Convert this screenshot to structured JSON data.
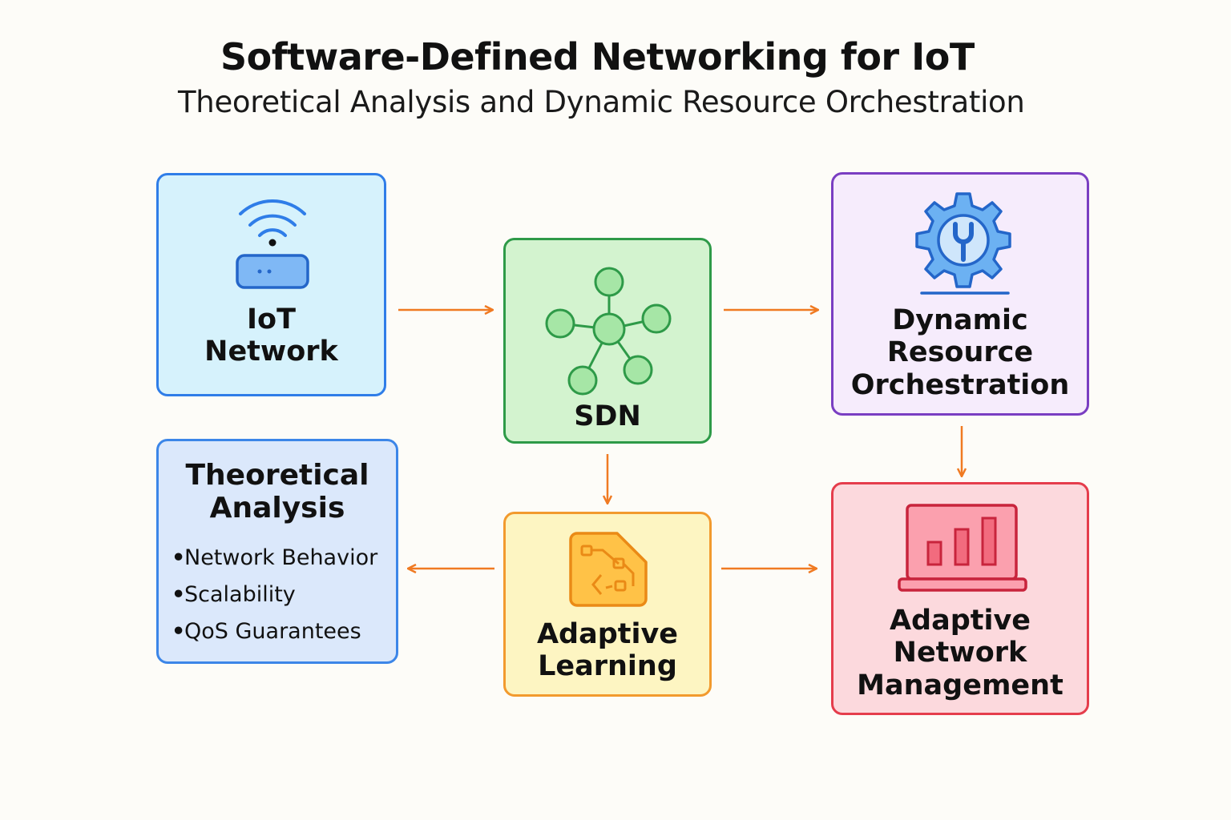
{
  "header": {
    "title": "Software-Defined Networking for IoT",
    "subtitle": "Theoretical Analysis and Dynamic Resource Orchestration"
  },
  "nodes": {
    "iot_network": {
      "label": "IoT\nNetwork",
      "icon": "wifi-router-icon",
      "color": "#2f7de8"
    },
    "sdn": {
      "label": "SDN",
      "icon": "network-nodes-icon",
      "color": "#2e9a48"
    },
    "dynamic_resource_orchestration": {
      "label": "Dynamic\nResource\nOrchestration",
      "icon": "gear-wrench-icon",
      "color": "#7a3ec2"
    },
    "theoretical_analysis": {
      "label": "Theoretical\nAnalysis",
      "bullets": [
        "Network Behavior",
        "Scalability",
        "QoS Guarantees"
      ],
      "color": "#3c86e8"
    },
    "adaptive_learning": {
      "label": "Adaptive\nLearning",
      "icon": "learning-chip-icon",
      "color": "#f29a2e"
    },
    "adaptive_network_management": {
      "label": "Adaptive\nNetwork\nManagement",
      "icon": "laptop-chart-icon",
      "color": "#e53d4c"
    }
  },
  "edges": [
    {
      "from": "iot_network",
      "to": "sdn"
    },
    {
      "from": "sdn",
      "to": "dynamic_resource_orchestration"
    },
    {
      "from": "sdn",
      "to": "adaptive_learning"
    },
    {
      "from": "dynamic_resource_orchestration",
      "to": "adaptive_network_management"
    },
    {
      "from": "adaptive_learning",
      "to": "theoretical_analysis"
    },
    {
      "from": "adaptive_learning",
      "to": "adaptive_network_management"
    }
  ],
  "edge_color": "#f07a22",
  "bullet_glyph": "•"
}
